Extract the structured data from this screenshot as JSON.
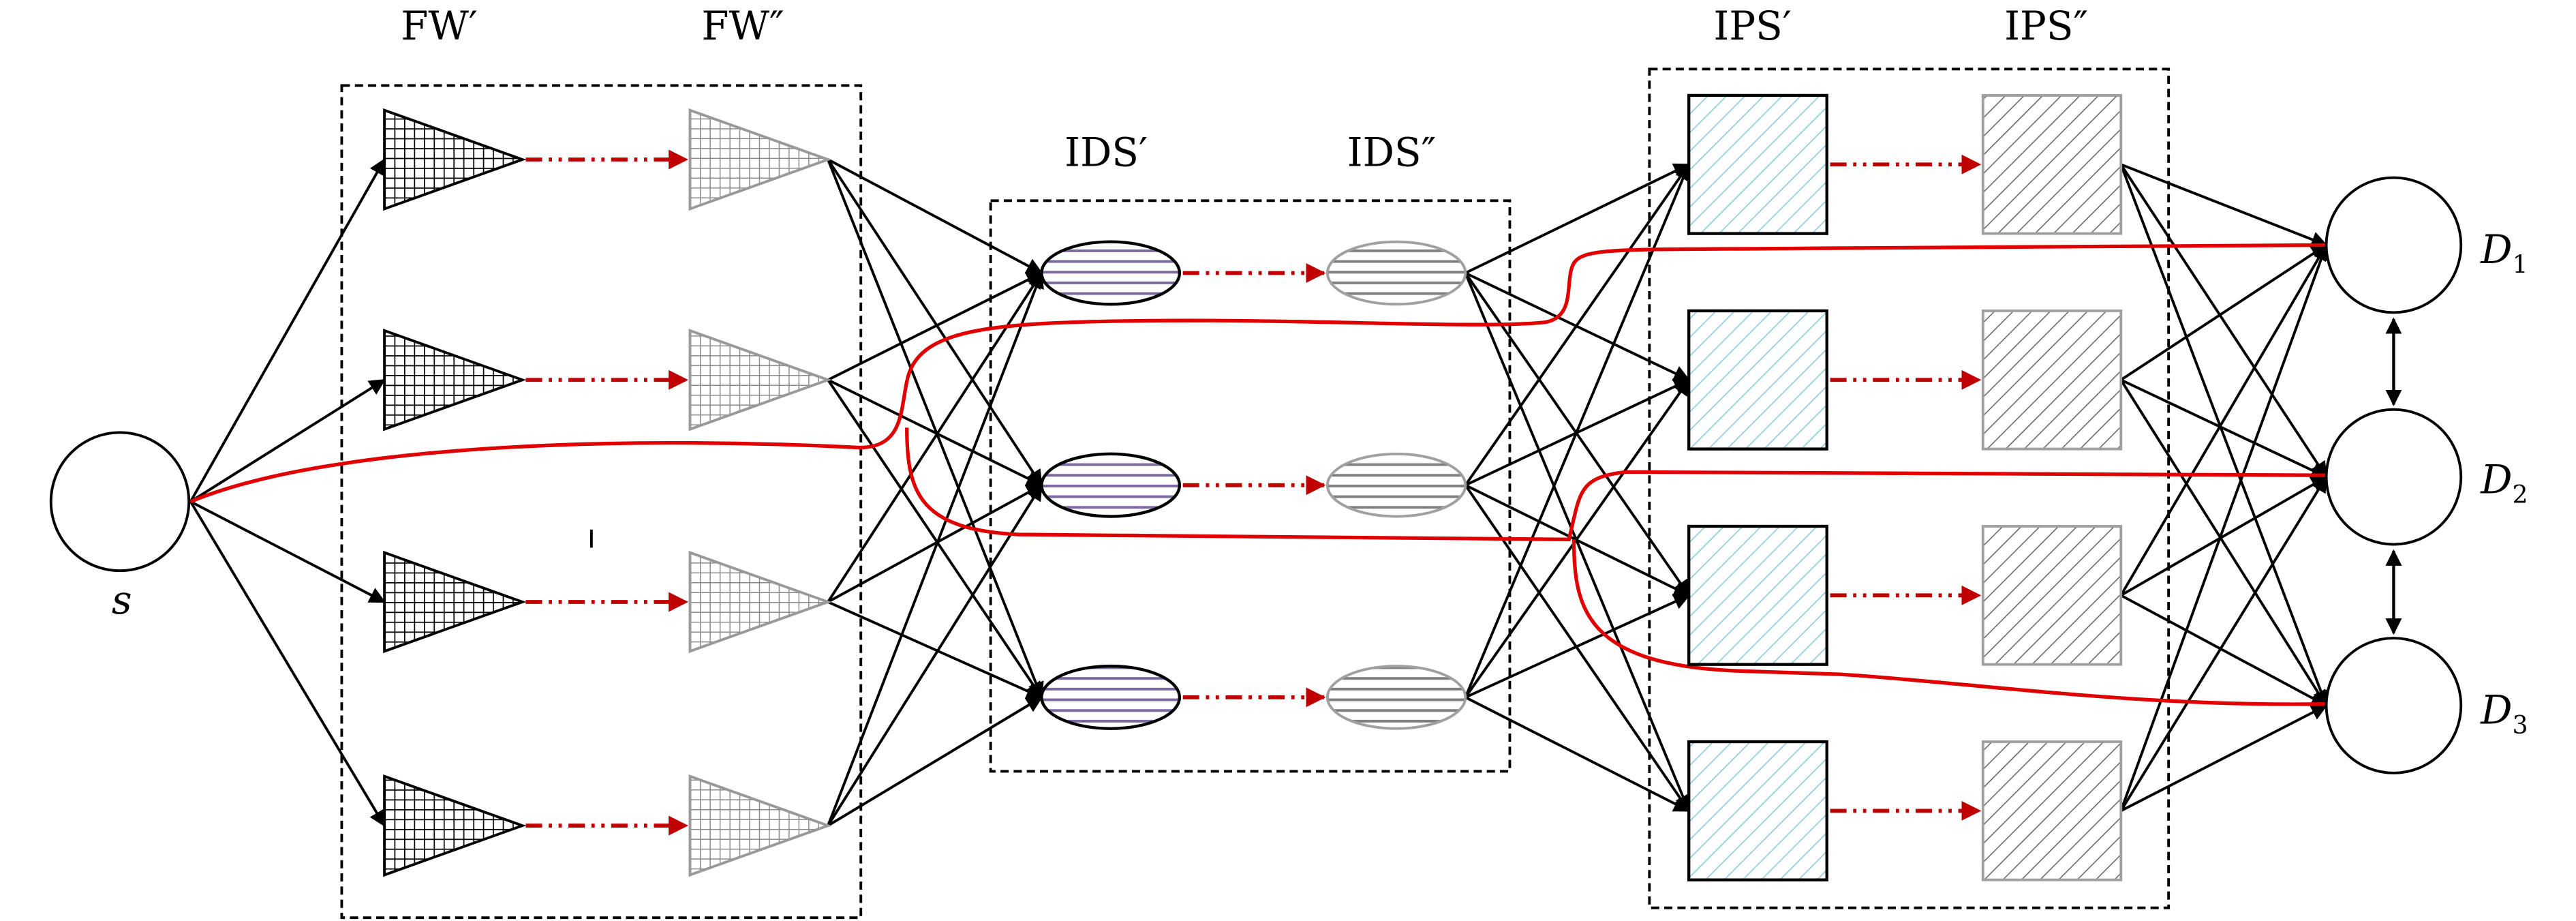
{
  "diagram": {
    "title_labels": {
      "fw_primary": "FW′",
      "fw_backup": "FW″",
      "ids_primary": "IDS′",
      "ids_backup": "IDS″",
      "ips_primary": "IPS′",
      "ips_backup": "IPS″"
    },
    "source": {
      "label": "s"
    },
    "destinations": [
      {
        "base": "D",
        "sub": "1"
      },
      {
        "base": "D",
        "sub": "2"
      },
      {
        "base": "D",
        "sub": "3"
      }
    ],
    "stages": [
      {
        "name": "FW",
        "instances": 4,
        "shape": "triangle",
        "pattern": "grid"
      },
      {
        "name": "IDS",
        "instances": 3,
        "shape": "ellipse",
        "pattern": "horizontal-lines"
      },
      {
        "name": "IPS",
        "instances": 4,
        "shape": "rectangle",
        "pattern": "diagonal-hatch"
      }
    ],
    "colors": {
      "primary_stroke": "#000000",
      "backup_stroke": "#999999",
      "ids_stripe": "#7a6aa0",
      "backup_stripe": "#808080",
      "ips_hatch": "#8fcfdc",
      "redundancy_arrow": "#c00000",
      "flow_path": "#e00000"
    },
    "flow_paths": 3
  }
}
